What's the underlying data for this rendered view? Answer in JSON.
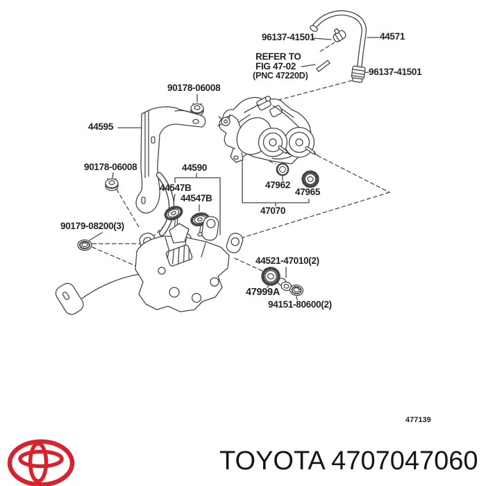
{
  "labels": {
    "clamp_top": "96137-41501",
    "tube": "44571",
    "refer1": "REFER TO",
    "refer2": "FIG 47-02",
    "refer3": "(PNC 47220D)",
    "hose_end": "96137-41501",
    "nut_upper": "90178-06008",
    "bracket1": "44595",
    "nut_lower": "90178-06008",
    "bracket2": "44590",
    "cushion_a": "44547B",
    "cushion_b": "44547B",
    "ring": "47962",
    "grommet": "47965",
    "pump": "47070",
    "nut_three": "90179-08200(3)",
    "bolt": "44521-47010(2)",
    "damper": "47999A",
    "nut_two": "94151-80600(2)",
    "figure_no": "477139"
  },
  "footer": {
    "text": "TOYOTA 4707047060"
  },
  "colors": {
    "line": "#454545",
    "label_text": "#222222",
    "footer_text": "#151515",
    "toyota_red": "#d7232b",
    "background": "#ffffff"
  }
}
